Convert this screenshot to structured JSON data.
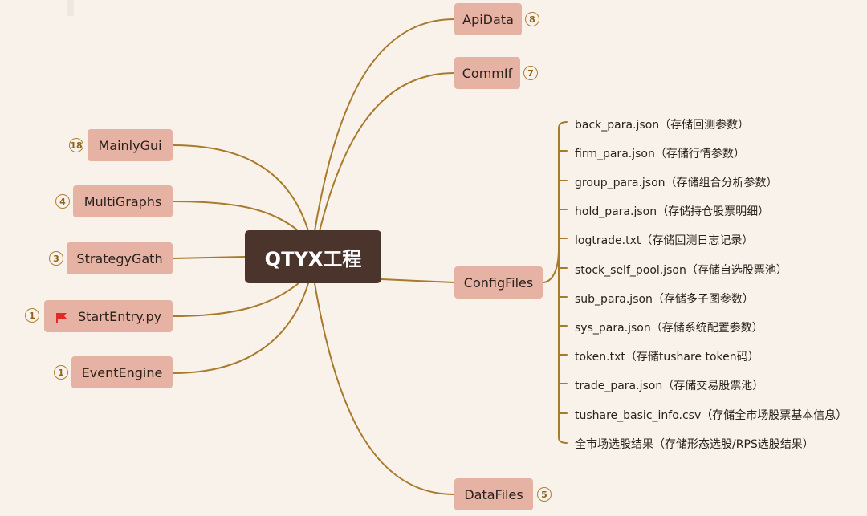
{
  "root": {
    "label": "QTYX工程"
  },
  "right_top": [
    {
      "id": "apidata",
      "label": "ApiData",
      "count": "8"
    },
    {
      "id": "commif",
      "label": "CommIf",
      "count": "7"
    }
  ],
  "config": {
    "label": "ConfigFiles"
  },
  "datafiles": {
    "label": "DataFiles",
    "count": "5"
  },
  "left": [
    {
      "id": "mainlygui",
      "label": "MainlyGui",
      "count": "18"
    },
    {
      "id": "multigraphs",
      "label": "MultiGraphs",
      "count": "4"
    },
    {
      "id": "strategygath",
      "label": "StrategyGath",
      "count": "3"
    },
    {
      "id": "startentry",
      "label": "StartEntry.py",
      "count": "1",
      "flag_icon": "red-flag-icon"
    },
    {
      "id": "eventengine",
      "label": "EventEngine",
      "count": "1"
    }
  ],
  "config_children": [
    "back_para.json（存储回测参数）",
    "firm_para.json（存储行情参数）",
    "group_para.json（存储组合分析参数）",
    "hold_para.json（存储持仓股票明细）",
    "logtrade.txt（存储回测日志记录）",
    "stock_self_pool.json（存储自选股票池）",
    "sub_para.json（存储多子图参数）",
    "sys_para.json（存储系统配置参数）",
    "token.txt（存储tushare token码）",
    "trade_para.json（存储交易股票池）",
    "tushare_basic_info.csv（存储全市场股票基本信息）",
    "全市场选股结果（存储形态选股/RPS选股结果）"
  ],
  "colors": {
    "background": "#f8f2ea",
    "root_fill": "#4a342c",
    "node_fill": "#e6b2a3",
    "connector": "#a87a2c",
    "flag": "#e02b2b"
  }
}
